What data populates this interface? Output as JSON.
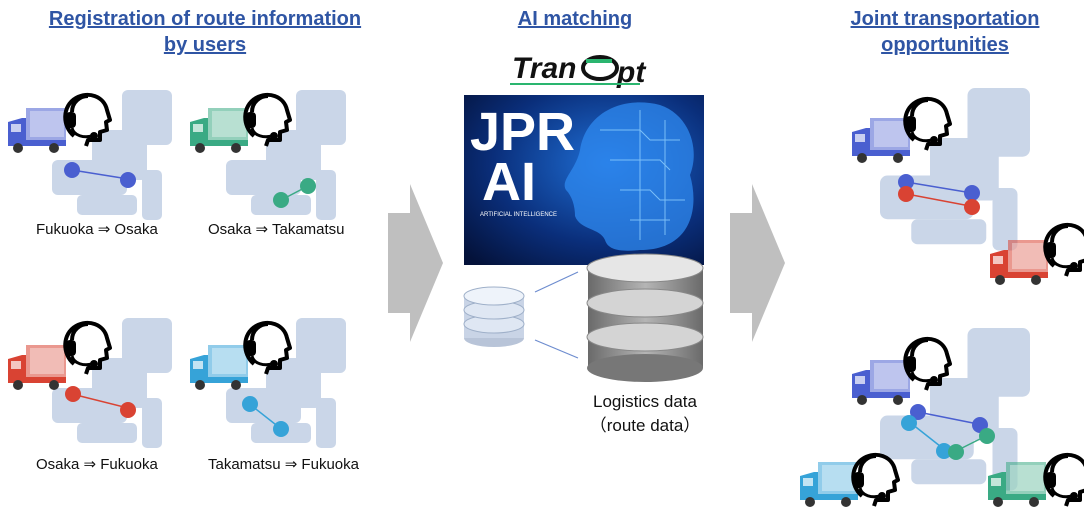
{
  "headings": {
    "registration_line1": "Registration of route information",
    "registration_line2": "by users",
    "ai_matching": "AI matching",
    "joint_line1": "Joint transportation",
    "joint_line2": "opportunities"
  },
  "routes": [
    {
      "label": "Fukuoka ⇒ Osaka",
      "truck_color": "#4a5fd0"
    },
    {
      "label": "Osaka ⇒ Takamatsu",
      "truck_color": "#3aaa84"
    },
    {
      "label": "Osaka ⇒ Fukuoka",
      "truck_color": "#d94333"
    },
    {
      "label": "Takamatsu ⇒ Fukuoka",
      "truck_color": "#36a3d8"
    }
  ],
  "logo": {
    "part1": "Tran",
    "part2": "pt"
  },
  "ai_image": {
    "big_text_1": "JPR",
    "big_text_2": "AI",
    "small_text": "ARTIFICIAL INTELLIGENCE"
  },
  "logistics": {
    "line1": "Logistics data",
    "line2": "（route data）"
  },
  "colors": {
    "heading": "#2f55a4",
    "map": "#cad6e8",
    "arrow": "#bfbfbf",
    "blue": "#4a5fd0",
    "green": "#3aaa84",
    "red": "#d94333",
    "cyan": "#36a3d8"
  }
}
